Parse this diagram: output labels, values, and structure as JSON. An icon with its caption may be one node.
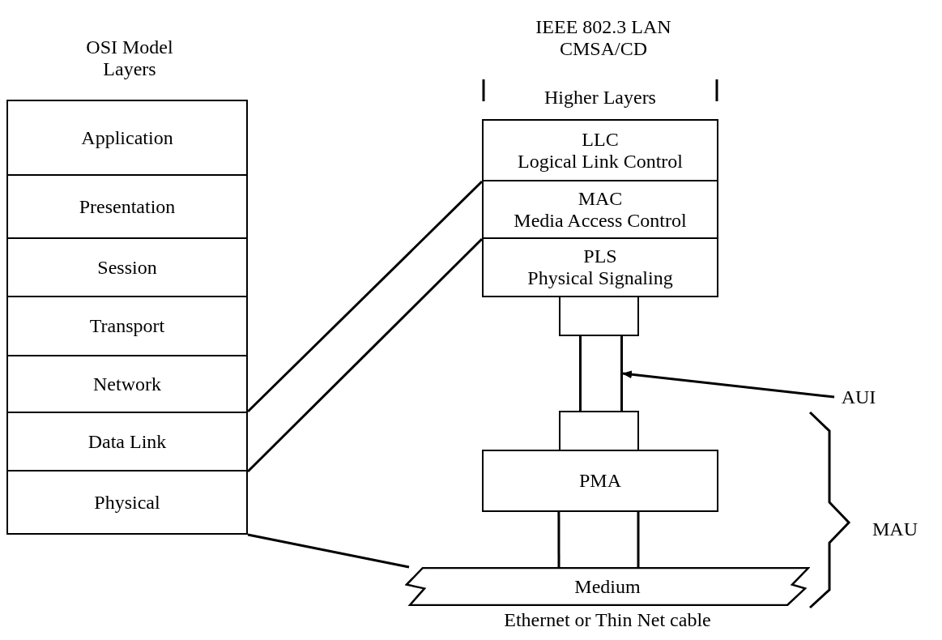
{
  "diagram": {
    "nodes": [
      {
        "text": [
          "Application"
        ]
      },
      {
        "text": [
          "Presentation"
        ]
      },
      {
        "text": [
          "Session"
        ]
      },
      {
        "text": [
          "Transport"
        ]
      },
      {
        "text": [
          "Network"
        ]
      },
      {
        "text": [
          "Data Link"
        ]
      },
      {
        "text": [
          "Physical"
        ]
      },
      {
        "text": [
          "LLC",
          "Logical Link Control"
        ]
      },
      {
        "text": [
          "MAC",
          "Media Access Control"
        ]
      },
      {
        "text": [
          "PLS",
          "Physical Signaling"
        ]
      },
      {
        "text": [],
        "shape": "box"
      },
      {
        "text": [],
        "shape": "bar"
      },
      {
        "text": [],
        "shape": "box"
      },
      {
        "text": [
          "PMA"
        ]
      },
      {
        "text": [
          "Medium"
        ],
        "beside": [
          "Ethernet or Thin Net cable"
        ]
      },
      {
        "text": [
          "AUI"
        ]
      }
    ],
    "edges": [
      {
        "from": 5,
        "to": 7,
        "arrow": "none"
      },
      {
        "from": 5,
        "to": 8,
        "arrow": "none"
      },
      {
        "from": 6,
        "to": 14,
        "arrow": "none"
      },
      {
        "from": 15,
        "to": 11,
        "arrow": "to"
      },
      {
        "from": 13,
        "to": 14,
        "arrow": "none"
      },
      {
        "from": 13,
        "to": 14,
        "arrow": "none"
      }
    ],
    "labels": [
      "OSI Model Layers",
      "IEEE 802.3 LAN CMSA/CD",
      "Higher Layers",
      "MAU"
    ]
  }
}
